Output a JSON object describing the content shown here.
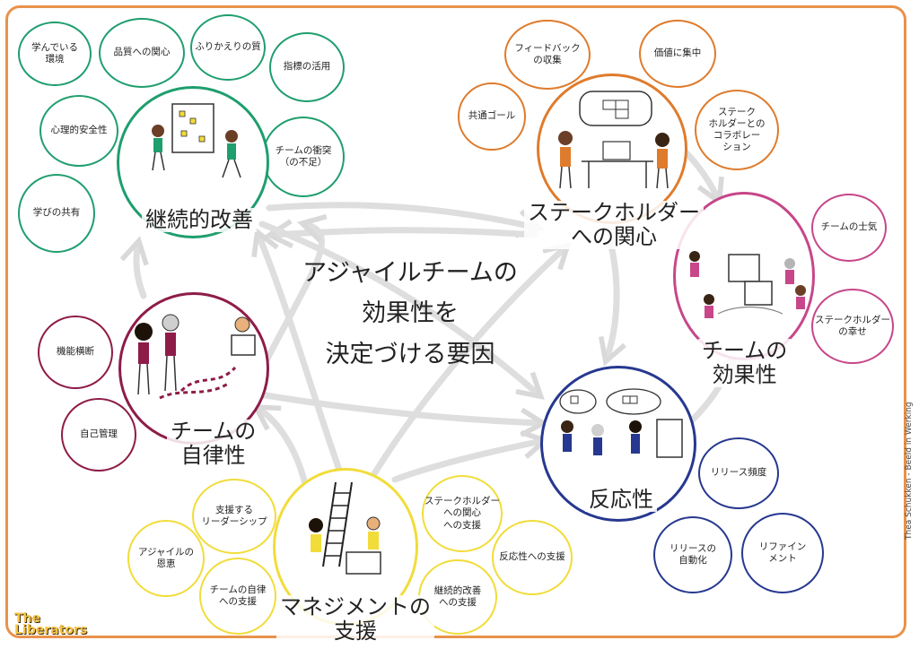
{
  "center_title": "アジャイルチームの\n効果性を\n決定づける要因",
  "hubs": [
    {
      "id": "continuous-improvement",
      "title": "継続的改善",
      "color": "#1f9e6e"
    },
    {
      "id": "stakeholder-concern",
      "title": "ステークホルダー\nへの関心",
      "color": "#df7b2c"
    },
    {
      "id": "team-effectiveness",
      "title": "チームの\n効果性",
      "color": "#c7478a"
    },
    {
      "id": "team-autonomy",
      "title": "チームの\n自律性",
      "color": "#8e1c48"
    },
    {
      "id": "responsiveness",
      "title": "反応性",
      "color": "#26388f"
    },
    {
      "id": "management-support",
      "title": "マネジメントの\n支援",
      "color": "#f2dc3a"
    }
  ],
  "factors": {
    "green": [
      "学んでいる\n環境",
      "品質への関心",
      "ふりかえりの質",
      "指標の活用",
      "心理的安全性",
      "チームの衝突\n（の不足）",
      "学びの共有"
    ],
    "orange": [
      "フィードバック\nの収集",
      "価値に集中",
      "共通ゴール",
      "ステーク\nホルダーとの\nコラボレー\nション"
    ],
    "pink": [
      "チームの士気",
      "ステークホルダー\nの幸せ"
    ],
    "maroon": [
      "機能横断",
      "自己管理"
    ],
    "blue": [
      "リリース頻度",
      "リリースの\n自動化",
      "リファイン\nメント"
    ],
    "yellow": [
      "支援する\nリーダーシップ",
      "アジャイルの\n恩恵",
      "チームの自律\nへの支援",
      "ステークホルダー\nへの関心\nへの支援",
      "反応性への支援",
      "継続的改善\nへの支援"
    ]
  },
  "credit": "Thea Schukken - Beeld in Werking",
  "logo": "The\nLiberators"
}
